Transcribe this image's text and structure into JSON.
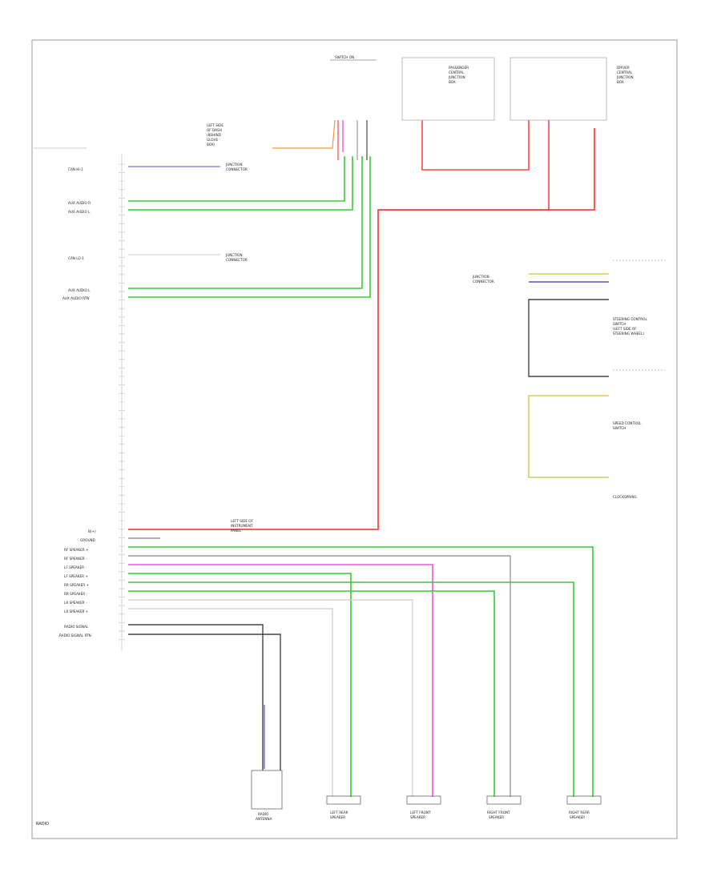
{
  "diagram": {
    "colors": {
      "green": "#33cc33",
      "red": "#ff4444",
      "pink": "#ee55dd",
      "blue": "#5555cc",
      "yellow": "#d8cc66",
      "orange": "#ee9944",
      "gray": "#999999",
      "dark": "#444444",
      "light": "#cccccc"
    },
    "frame_label": "RADIO",
    "footer_label": "",
    "left_labels": [
      "CAN HI-1",
      "AUX AUDIO R",
      "AUX AUDIO L",
      "CAN LO-1",
      "AUX AUDIO L",
      "AUX AUDIO RTN",
      "B(+)",
      "GROUND",
      "RF SPEAKER +",
      "RF SPEAKER -",
      "LF SPEAKER -",
      "LF SPEAKER +",
      "RR SPEAKER +",
      "RR SPEAKER -",
      "LR SPEAKER -",
      "LR SPEAKER +",
      "RADIO SIGNAL",
      "RADIO SIGNAL RTN"
    ],
    "callouts": {
      "top_left": [
        "LEFT SIDE",
        "OF DASH",
        "(BEHIND",
        "GLOVE",
        "BOX)"
      ],
      "junction": [
        "JUNCTION",
        "CONNECTOR"
      ],
      "relay_label": "SWITCH ON",
      "top_right_box1": [
        "PASSENGER",
        "CENTRAL",
        "JUNCTION",
        "BOX"
      ],
      "top_right_box2": [
        "DRIVER",
        "CENTRAL",
        "JUNCTION",
        "BOX"
      ],
      "mid_left_junction": [
        "JUNCTION",
        "CONNECTOR"
      ],
      "mid_right_junction": [
        "JUNCTION",
        "CONNECTOR"
      ],
      "steering_switch": [
        "STEERING CONTROL",
        "SWITCH",
        "(LEFT SIDE OF",
        "STEERING WHEEL)"
      ],
      "speed_control": [
        "SPEED CONTROL",
        "SWITCH"
      ],
      "clockspring": "CLOCKSPRING",
      "bottom_radio_junction": [
        "LEFT SIDE OF",
        "INSTRUMENT",
        "PANEL"
      ],
      "radio_antenna": [
        "RADIO",
        "ANTENNA"
      ]
    },
    "speakers": [
      [
        "LEFT REAR",
        "SPEAKER"
      ],
      [
        "LEFT FRONT",
        "SPEAKER"
      ],
      [
        "RIGHT FRONT",
        "SPEAKER"
      ],
      [
        "RIGHT REAR",
        "SPEAKER"
      ]
    ]
  }
}
